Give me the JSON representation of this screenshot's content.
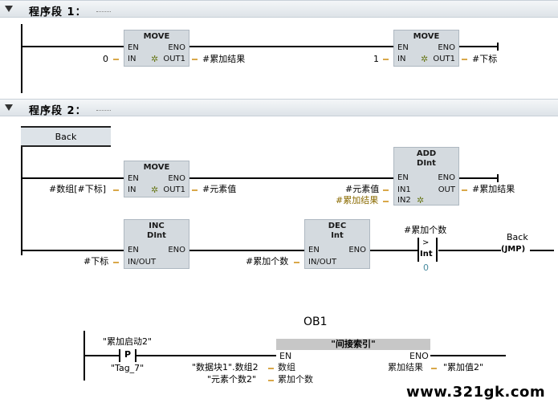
{
  "segments": [
    {
      "title": "程序段 1："
    },
    {
      "title": "程序段 2："
    }
  ],
  "seg1": {
    "move1": {
      "title": "MOVE",
      "en": "EN",
      "eno": "ENO",
      "in": "IN",
      "out": "OUT1",
      "in_val": "0",
      "out_val": "#累加结果"
    },
    "move2": {
      "title": "MOVE",
      "en": "EN",
      "eno": "ENO",
      "in": "IN",
      "out": "OUT1",
      "in_val": "1",
      "out_val": "#下标"
    }
  },
  "seg2": {
    "label": "Back",
    "move": {
      "title": "MOVE",
      "en": "EN",
      "eno": "ENO",
      "in": "IN",
      "out": "OUT1",
      "in_val": "#数组[#下标]",
      "out_val": "#元素值"
    },
    "add": {
      "title": "ADD",
      "subtitle": "DInt",
      "en": "EN",
      "eno": "ENO",
      "in1": "IN1",
      "in2": "IN2",
      "out": "OUT",
      "in1_val": "#元素值",
      "in2_val": "#累加结果",
      "out_val": "#累加结果"
    },
    "inc": {
      "title": "INC",
      "subtitle": "DInt",
      "en": "EN",
      "eno": "ENO",
      "inout": "IN/OUT",
      "inout_val": "#下标"
    },
    "dec": {
      "title": "DEC",
      "subtitle": "Int",
      "en": "EN",
      "eno": "ENO",
      "inout": "IN/OUT",
      "inout_val": "#累加个数"
    },
    "cmp": {
      "operand": "#累加个数",
      "op": ">",
      "type": "Int",
      "value": "0"
    },
    "jmp": {
      "label": "Back",
      "text": "JMP"
    }
  },
  "ob1": {
    "title": "OB1",
    "contact_tag": "\"累加启动2\"",
    "contact_letter": "P",
    "contact_aux": "\"Tag_7\"",
    "block_title": "\"间接索引\"",
    "en": "EN",
    "eno": "ENO",
    "in1_label": "数组",
    "in1_val": "\"数据块1\".数组2",
    "in2_label": "累加个数",
    "in2_val": "\"元素个数2\"",
    "out_label": "累加结果",
    "out_val": "\"累加值2\""
  },
  "watermark": "www.321gk.com",
  "colors": {
    "box_fill": "#d4dadf",
    "header_fill": "#dde3e8",
    "tick": "#d9a84a",
    "star": "#6b7a1e"
  }
}
